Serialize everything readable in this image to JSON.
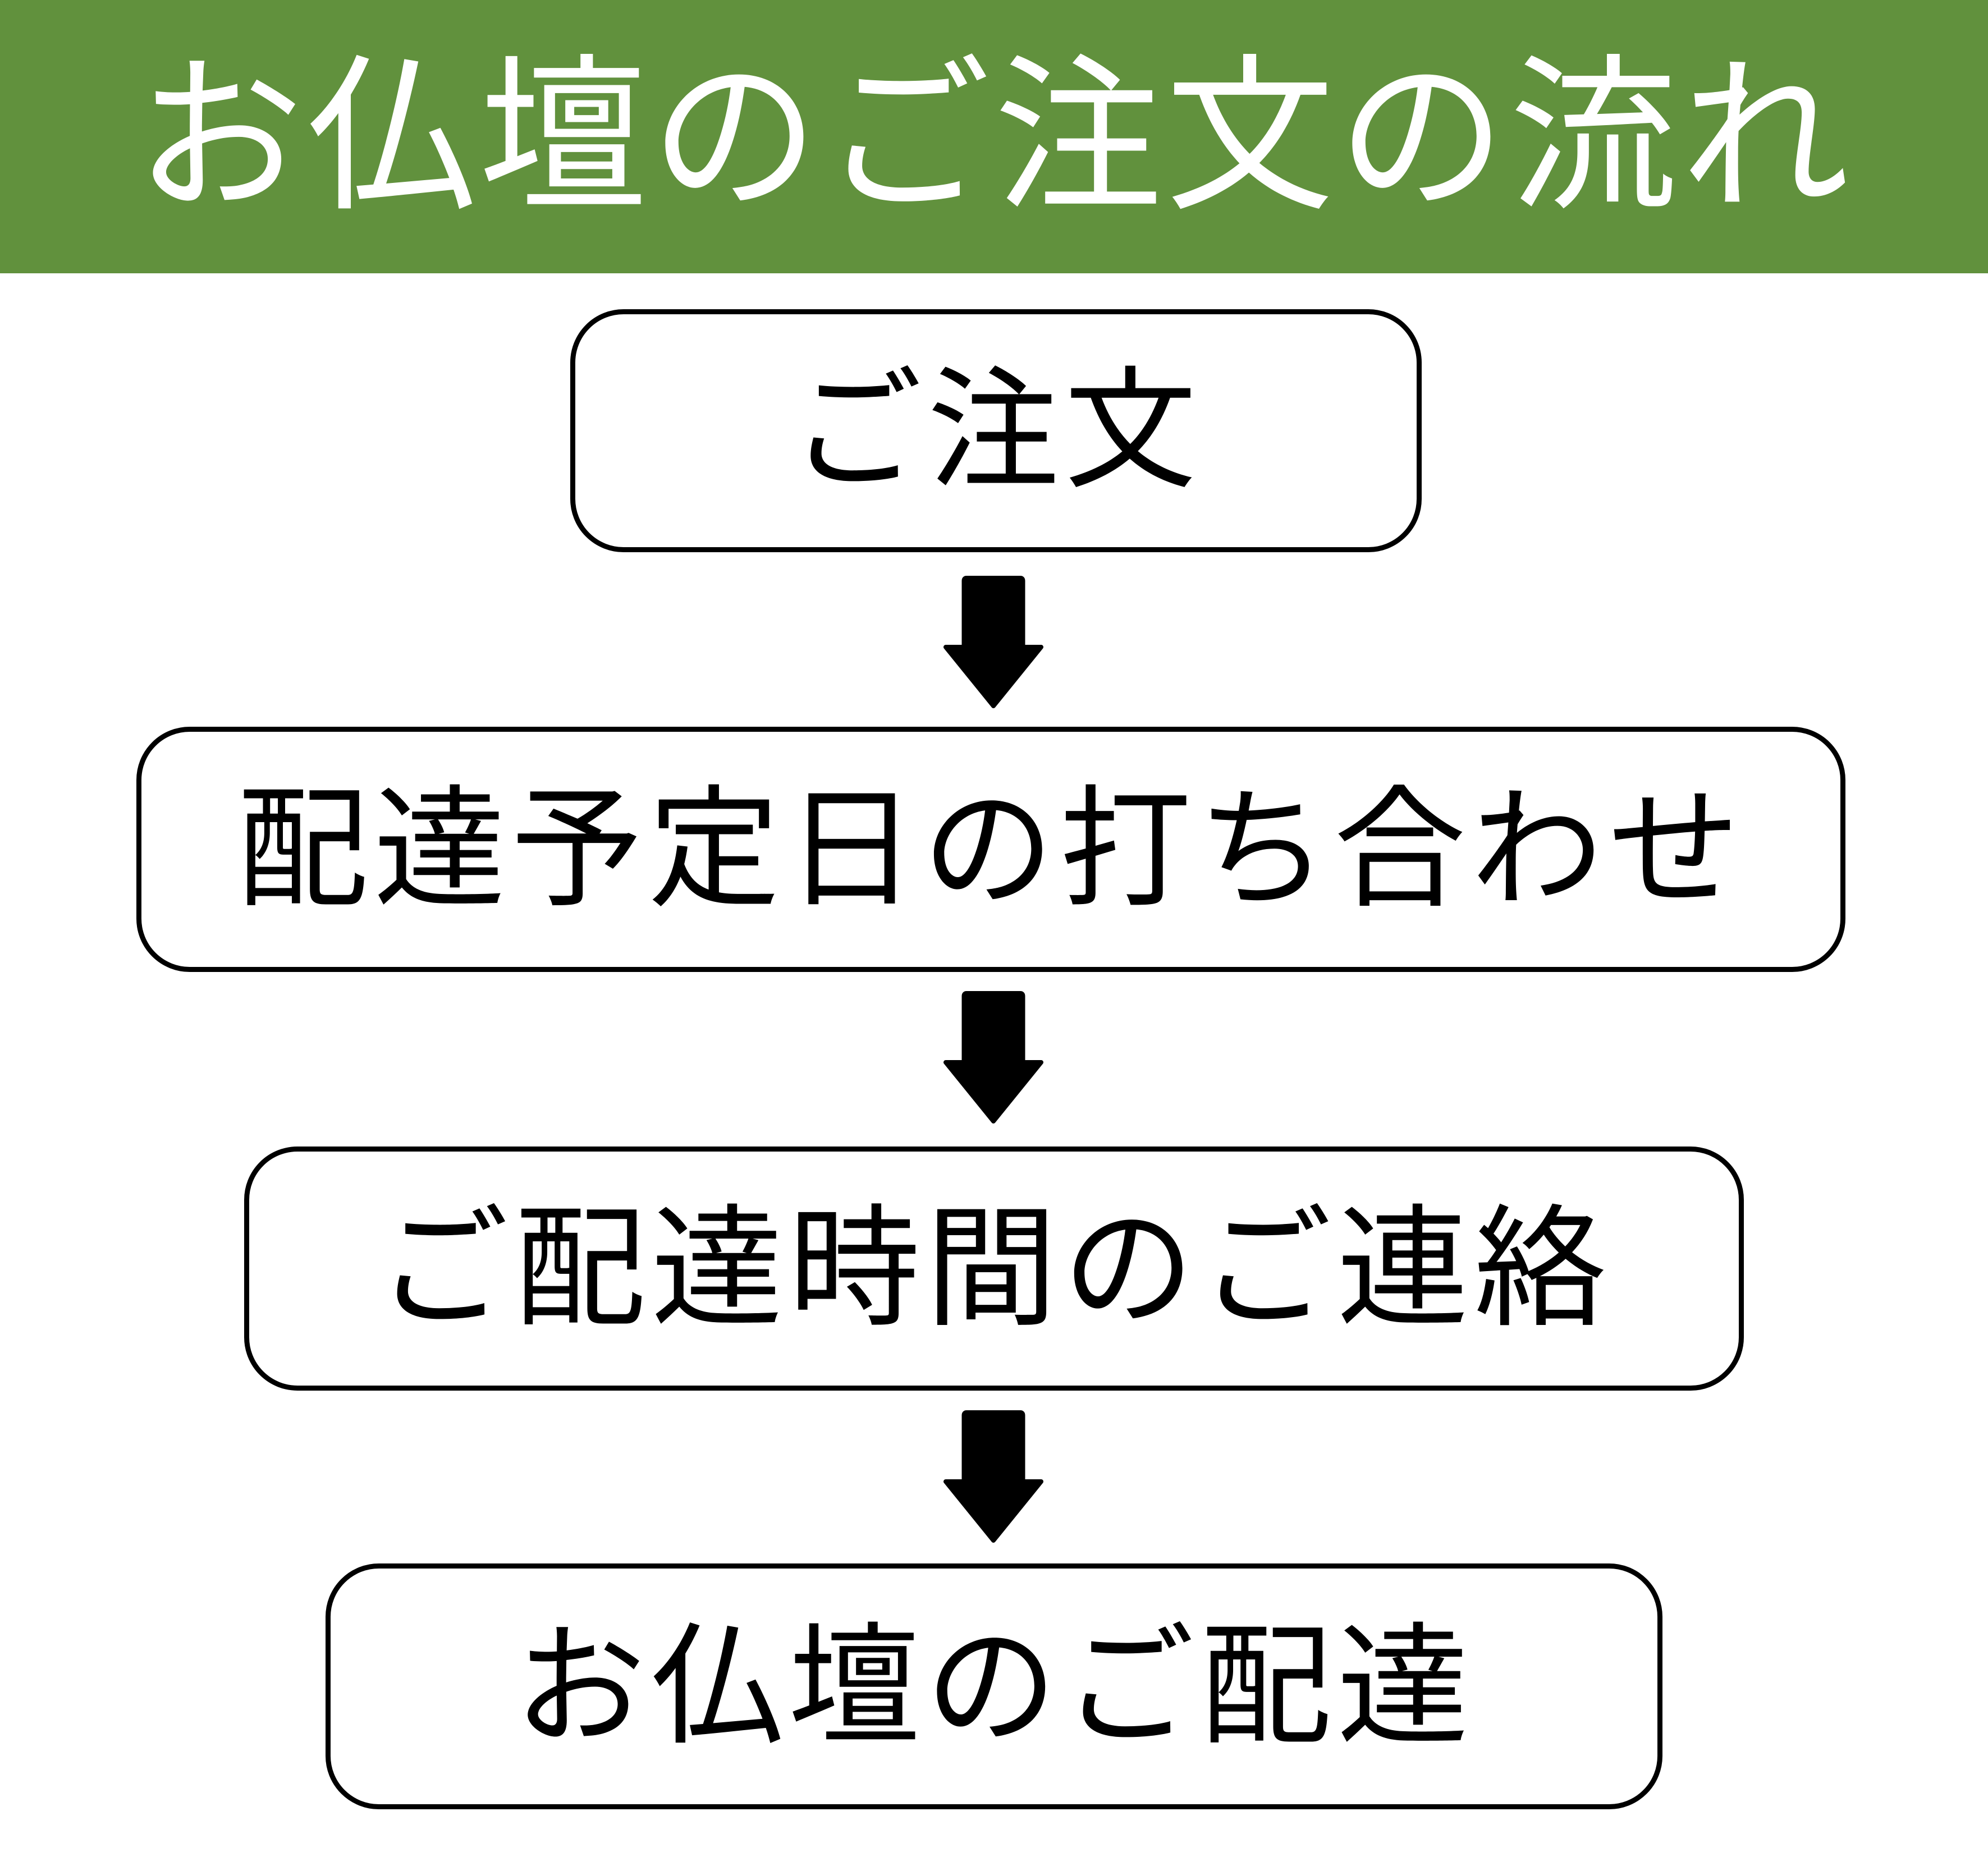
{
  "header": {
    "title": "お仏壇のご注文の流れ",
    "bg_color": "#61913D",
    "text_color": "#FFFFFF"
  },
  "flow": {
    "steps": [
      {
        "label": "ご注文"
      },
      {
        "label": "配達予定日の打ち合わせ"
      },
      {
        "label": "ご配達時間のご連絡"
      },
      {
        "label": "お仏壇のご配達"
      }
    ],
    "arrow_icon": "down-arrow",
    "colors": {
      "box_border": "#000000",
      "box_fill": "#FFFFFF",
      "arrow": "#000000"
    }
  }
}
